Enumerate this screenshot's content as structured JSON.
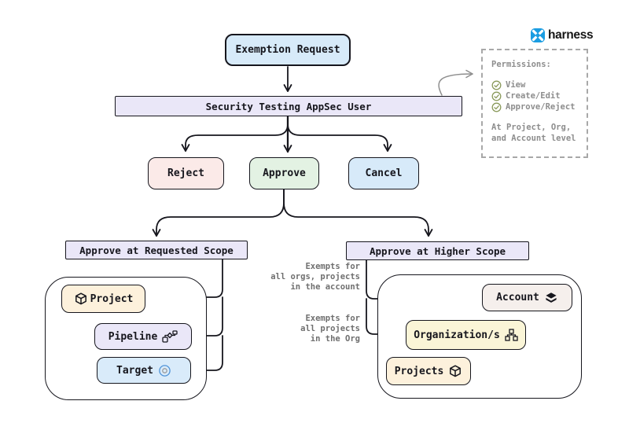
{
  "brand": {
    "name": "harness",
    "logo_icon": "harness-pinwheel-icon"
  },
  "flow": {
    "exemption_request": "Exemption Request",
    "appsec_user": "Security Testing AppSec User",
    "reject": "Reject",
    "approve": "Approve",
    "cancel": "Cancel",
    "requested_scope": "Approve at Requested Scope",
    "higher_scope": "Approve at Higher Scope",
    "project": "Project",
    "pipeline": "Pipeline",
    "target": "Target",
    "account": "Account",
    "organizations": "Organization/s",
    "projects": "Projects"
  },
  "permissions": {
    "title": "Permissions:",
    "items": [
      "View",
      "Create/Edit",
      "Approve/Reject"
    ],
    "footnote": [
      "At Project, Org,",
      "and Account level"
    ]
  },
  "annotations": {
    "account_exempt": [
      "Exempts for",
      "all orgs, projects",
      "in the account"
    ],
    "org_exempt": [
      "Exempts for",
      "all projects",
      "in the Org"
    ]
  },
  "icons": {
    "project": "cube-icon",
    "projects": "cube-icon",
    "pipeline": "pipeline-graph-icon",
    "target": "target-circle-icon",
    "account": "layers-icon",
    "organizations": "org-chart-icon",
    "permission_item": "check-circle-icon"
  },
  "colors": {
    "stroke_dark": "#16161d",
    "stroke_gray": "#8f8f8f",
    "text_gray": "#8d8d8d",
    "exemption_fill": "#d7eaf9",
    "banner_fill": "#eae7f8",
    "reject_fill": "#fbeae8",
    "approve_fill": "#e3f2e3",
    "cancel_fill": "#d7eaf9",
    "project_fill": "#fdf1dc",
    "pipeline_fill": "#eae7f8",
    "target_fill": "#d9ebfa",
    "account_fill": "#f5efec",
    "organization_fill": "#faf5d7",
    "brand_blue": "#1b9de2",
    "target_ring_blue": "#4f93d8",
    "check_green": "#8a9a5b"
  }
}
